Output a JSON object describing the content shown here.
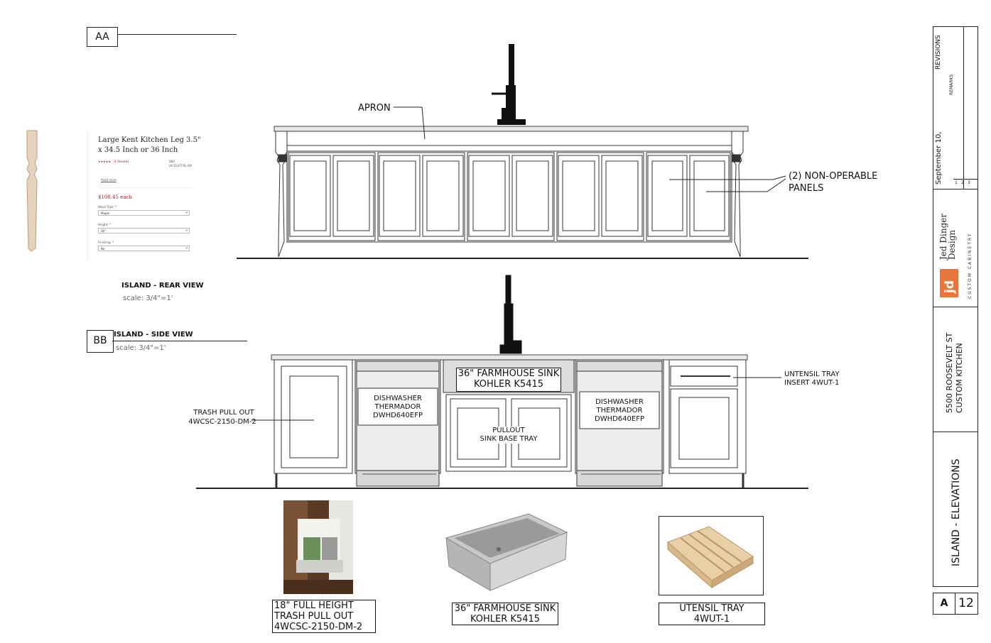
{
  "sections": {
    "aa": {
      "tag": "AA",
      "title": "ISLAND - REAR VIEW",
      "scale": "scale: 3/4\"=1'"
    },
    "bb": {
      "tag": "BB",
      "title": "ISLAND - SIDE VIEW",
      "scale": "scale: 3/4\"=1'"
    }
  },
  "rear_notes": {
    "apron": "APRON",
    "panels_line1": "(2) NON-OPERABLE",
    "panels_line2": "PANELS"
  },
  "front_notes": {
    "trash_line1": "TRASH PULL OUT",
    "trash_line2": "4WCSC-2150-DM-2",
    "tray_line1": "UNTENSIL TRAY",
    "tray_line2": "INSERT 4WUT-1",
    "dw_left": [
      "DISHWASHER",
      "THERMADOR",
      "DWHD640EFP"
    ],
    "dw_right": [
      "DISHWASHER",
      "THERMADOR",
      "DWHD640EFP"
    ],
    "sink_line1": "36\" FARMHOUSE SINK",
    "sink_line2": "KOHLER  K5415",
    "pullout_line1": "PULLOUT",
    "pullout_line2": "SINK BASE TRAY"
  },
  "product_card": {
    "title_line1": "Large Kent Kitchen Leg 3.5\"",
    "title_line2": "x 34.5 Inch or 36 Inch",
    "rating": "★★★★★",
    "review": "(1 Review)",
    "sku1": "SKU",
    "sku2": "LK-3535T-RL-SM",
    "read_more": "Read more",
    "price": "$108.45 each",
    "wood_label": "Wood Type: *",
    "wood_value": "Maple",
    "height_label": "Height: *",
    "height_value": "36\"",
    "finish_label": "Finishing: *",
    "finish_value": "No"
  },
  "photo_captions": {
    "trash": [
      "18\" FULL HEIGHT",
      "TRASH PULL OUT",
      "4WCSC-2150-DM-2"
    ],
    "sink": [
      "36\" FARMHOUSE SINK",
      "KOHLER  K5415"
    ],
    "tray": [
      "UTENSIL TRAY",
      "4WUT-1"
    ]
  },
  "title_block": {
    "revisions": "REVISIONS",
    "remarks": "REMARKS",
    "date": "September 10,",
    "rev_rows": [
      "1",
      "2",
      "3"
    ],
    "company_line1": "Jed Dinger",
    "company_line2": "Design",
    "company_sub": "CUSTOM CABINETRY",
    "logo_text": "jd",
    "project_line1": "5500 ROOSEVELT ST",
    "project_line2": "CUSTOM KITCHEN",
    "sheet_title": "ISLAND - ELEVATIONS",
    "sheet_letter": "A",
    "sheet_number": "12",
    "accent": "#e8763a"
  }
}
